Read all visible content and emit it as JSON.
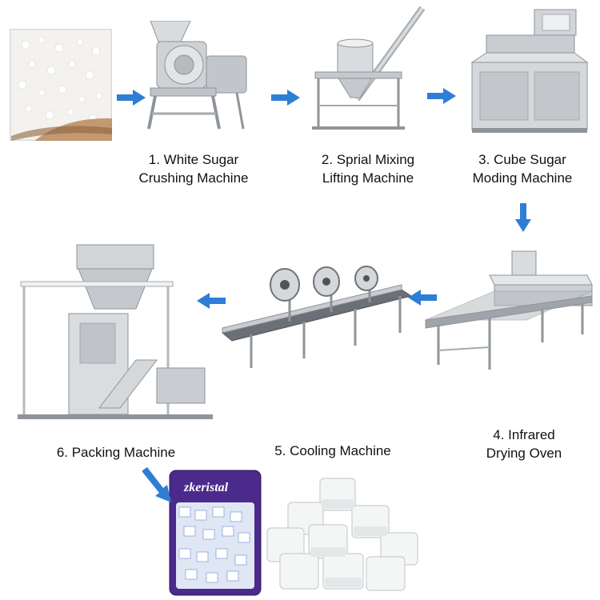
{
  "steps": [
    {
      "line1": "1. White Sugar",
      "line2": "Crushing Machine"
    },
    {
      "line1": "2. Sprial Mixing",
      "line2": "Lifting Machine"
    },
    {
      "line1": "3. Cube Sugar",
      "line2": "Moding Machine"
    },
    {
      "line1": "4. Infrared",
      "line2": "Drying Oven"
    },
    {
      "line1": "5. Cooling Machine",
      "line2": ""
    },
    {
      "line1": "6. Packing Machine",
      "line2": ""
    }
  ],
  "package_label": "zkeristal",
  "colors": {
    "arrow": "#2e7ed6",
    "steel": "#c9ccd0",
    "steel_dark": "#8e949a",
    "bag": "#4a2a8a"
  },
  "icons": [
    "arrow-right-icon",
    "arrow-down-icon",
    "arrow-left-icon",
    "arrow-diagonal-icon"
  ]
}
